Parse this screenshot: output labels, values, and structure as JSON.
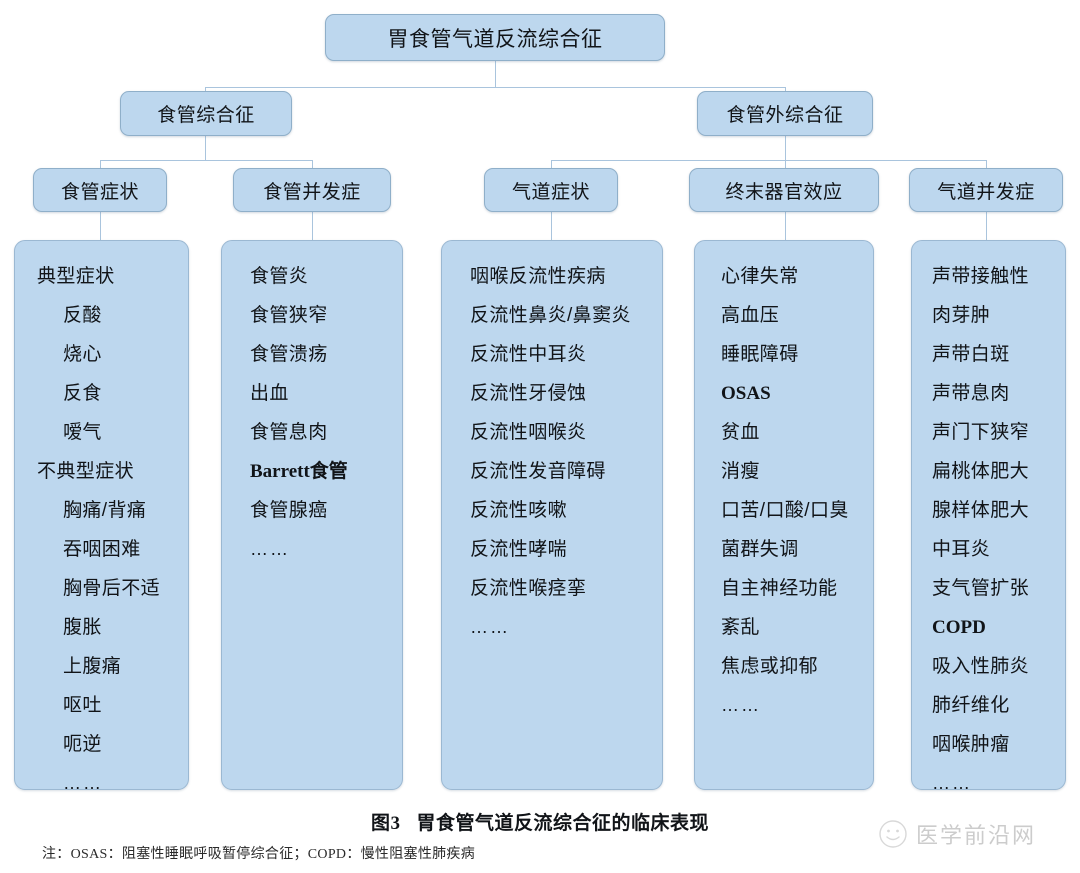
{
  "figure": {
    "caption_number": "图3",
    "caption_text": "胃食管气道反流综合征的临床表现",
    "note": "注：OSAS：阻塞性睡眠呼吸暂停综合征；COPD：慢性阻塞性肺疾病"
  },
  "watermark": {
    "text": "医学前沿网",
    "logo_name": "smiley-face-logo"
  },
  "colors": {
    "node_fill": "#bdd7ee",
    "node_border": "#8fafc9",
    "panel_fill": "#bdd7ee",
    "panel_border": "#9bb8d2",
    "connector": "#a9c4dd",
    "text": "#111418",
    "background": "#ffffff"
  },
  "tree": {
    "root": {
      "label": "胃食管气道反流综合征"
    },
    "level2": [
      {
        "label": "食管综合征"
      },
      {
        "label": "食管外综合征"
      }
    ],
    "level3": [
      {
        "label": "食管症状"
      },
      {
        "label": "食管并发症"
      },
      {
        "label": "气道症状"
      },
      {
        "label": "终末器官效应"
      },
      {
        "label": "气道并发症"
      }
    ]
  },
  "columns": [
    {
      "id": "esophageal-symptoms",
      "parent": "食管症状",
      "items": [
        {
          "text": "典型症状",
          "style": "head"
        },
        {
          "text": "反酸",
          "style": "indent"
        },
        {
          "text": "烧心",
          "style": "indent"
        },
        {
          "text": "反食",
          "style": "indent"
        },
        {
          "text": "嗳气",
          "style": "indent"
        },
        {
          "text": "不典型症状",
          "style": "head"
        },
        {
          "text": "胸痛/背痛",
          "style": "indent"
        },
        {
          "text": "吞咽困难",
          "style": "indent"
        },
        {
          "text": "胸骨后不适",
          "style": "indent"
        },
        {
          "text": "腹胀",
          "style": "indent"
        },
        {
          "text": "上腹痛",
          "style": "indent"
        },
        {
          "text": "呕吐",
          "style": "indent"
        },
        {
          "text": "呃逆",
          "style": "indent"
        },
        {
          "text": "……",
          "style": "indent ellipsis"
        }
      ]
    },
    {
      "id": "esophageal-complications",
      "parent": "食管并发症",
      "items": [
        {
          "text": "食管炎",
          "style": "head"
        },
        {
          "text": "食管狭窄",
          "style": "head"
        },
        {
          "text": "食管溃疡",
          "style": "head"
        },
        {
          "text": "出血",
          "style": "head"
        },
        {
          "text": "食管息肉",
          "style": "head"
        },
        {
          "text": "Barrett食管",
          "style": "head bold"
        },
        {
          "text": "食管腺癌",
          "style": "head"
        },
        {
          "text": "……",
          "style": "head ellipsis"
        }
      ]
    },
    {
      "id": "airway-symptoms",
      "parent": "气道症状",
      "items": [
        {
          "text": "咽喉反流性疾病",
          "style": "head"
        },
        {
          "text": "反流性鼻炎/鼻窦炎",
          "style": "head"
        },
        {
          "text": "反流性中耳炎",
          "style": "head"
        },
        {
          "text": "反流性牙侵蚀",
          "style": "head"
        },
        {
          "text": "反流性咽喉炎",
          "style": "head"
        },
        {
          "text": "反流性发音障碍",
          "style": "head"
        },
        {
          "text": "反流性咳嗽",
          "style": "head"
        },
        {
          "text": "反流性哮喘",
          "style": "head"
        },
        {
          "text": "反流性喉痉挛",
          "style": "head"
        },
        {
          "text": "……",
          "style": "head ellipsis"
        }
      ]
    },
    {
      "id": "end-organ-effects",
      "parent": "终末器官效应",
      "items": [
        {
          "text": "心律失常",
          "style": "head"
        },
        {
          "text": "高血压",
          "style": "head"
        },
        {
          "text": "睡眠障碍",
          "style": "head"
        },
        {
          "text": "OSAS",
          "style": "head bold"
        },
        {
          "text": "贫血",
          "style": "head"
        },
        {
          "text": "消瘦",
          "style": "head"
        },
        {
          "text": "口苦/口酸/口臭",
          "style": "head"
        },
        {
          "text": "菌群失调",
          "style": "head"
        },
        {
          "text": "自主神经功能",
          "style": "head"
        },
        {
          "text": "紊乱",
          "style": "head"
        },
        {
          "text": "焦虑或抑郁",
          "style": "head"
        },
        {
          "text": "……",
          "style": "head ellipsis"
        }
      ]
    },
    {
      "id": "airway-complications",
      "parent": "气道并发症",
      "items": [
        {
          "text": "声带接触性",
          "style": "head"
        },
        {
          "text": "肉芽肿",
          "style": "head"
        },
        {
          "text": "声带白斑",
          "style": "head"
        },
        {
          "text": "声带息肉",
          "style": "head"
        },
        {
          "text": "声门下狭窄",
          "style": "head"
        },
        {
          "text": "扁桃体肥大",
          "style": "head"
        },
        {
          "text": "腺样体肥大",
          "style": "head"
        },
        {
          "text": "中耳炎",
          "style": "head"
        },
        {
          "text": "支气管扩张",
          "style": "head"
        },
        {
          "text": "COPD",
          "style": "head bold"
        },
        {
          "text": "吸入性肺炎",
          "style": "head"
        },
        {
          "text": "肺纤维化",
          "style": "head"
        },
        {
          "text": "咽喉肿瘤",
          "style": "head"
        },
        {
          "text": "……",
          "style": "head ellipsis"
        }
      ]
    }
  ]
}
